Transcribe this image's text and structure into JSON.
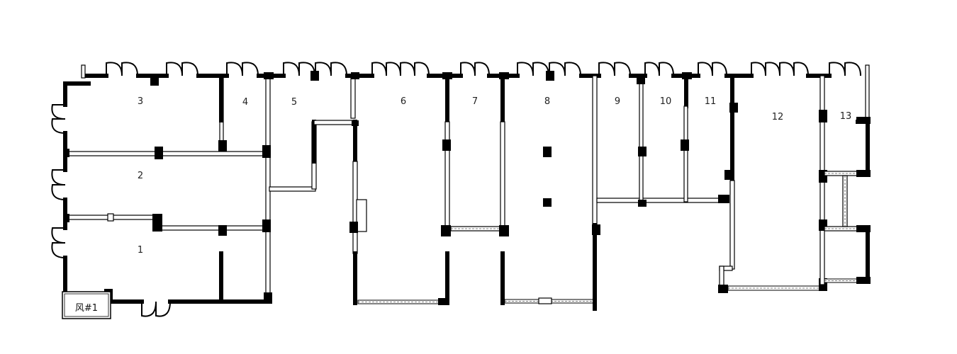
{
  "rooms": [
    {
      "label": "1"
    },
    {
      "label": "2"
    },
    {
      "label": "3"
    },
    {
      "label": "4"
    },
    {
      "label": "5"
    },
    {
      "label": "6"
    },
    {
      "label": "7"
    },
    {
      "label": "8"
    },
    {
      "label": "9"
    },
    {
      "label": "10"
    },
    {
      "label": "11"
    },
    {
      "label": "12"
    },
    {
      "label": "13"
    }
  ],
  "fan_room": {
    "label": "风#1"
  }
}
